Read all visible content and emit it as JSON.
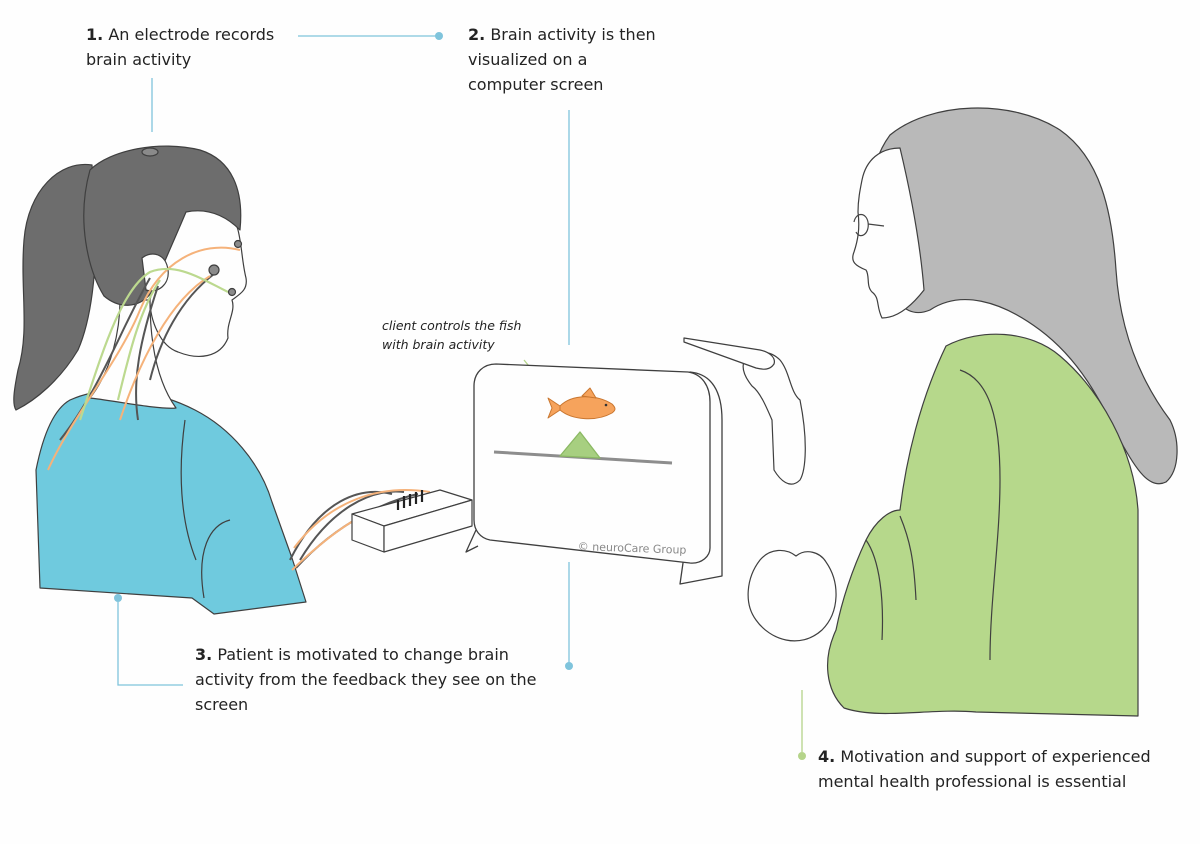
{
  "captions": {
    "c1": {
      "num": "1.",
      "text": "An electrode records\nbrain activity"
    },
    "c2": {
      "num": "2.",
      "text": "Brain activity is then\nvisualized on a\ncomputer screen"
    },
    "c3": {
      "num": "3.",
      "text": "Patient is motivated to change brain\nactivity from the feedback they see on the\nscreen"
    },
    "c4": {
      "num": "4.",
      "text": "Motivation and support of experienced\nmental health professional is essential"
    }
  },
  "screen": {
    "note": "client controls the fish\nwith brain activity",
    "credit": "© neuroCare Group"
  },
  "colors": {
    "connector_blue": "#7fc4dc",
    "connector_green": "#b5d48a",
    "patient_shirt": "#6fcade",
    "patient_hair": "#6d6d6d",
    "therapist_shirt": "#b6d88b",
    "therapist_hair": "#b9b9b9",
    "wire_orange": "#f5b27a",
    "wire_green": "#bcd98f",
    "wire_dark": "#555555",
    "fish": "#f6a35c",
    "triangle": "#a7cf80",
    "line": "#3f3f3f"
  },
  "icons": {
    "fish": "fish-icon",
    "triangle": "triangle-marker-icon"
  }
}
